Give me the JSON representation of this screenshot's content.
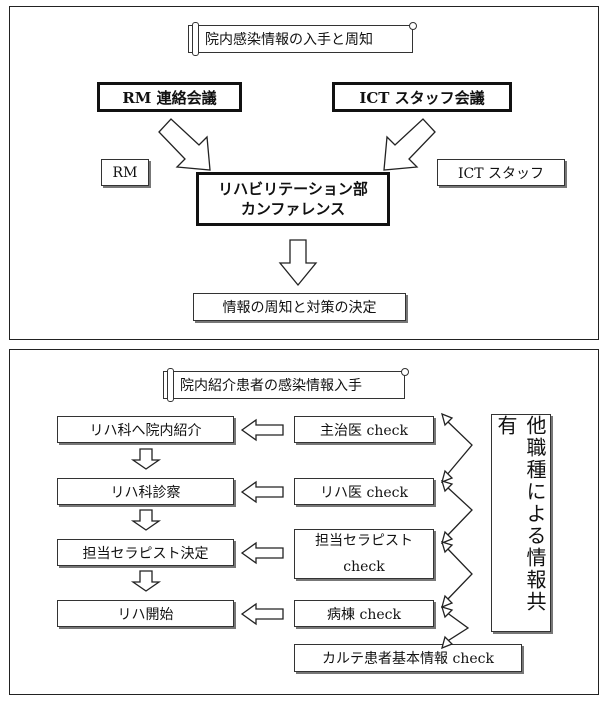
{
  "top": {
    "title": "院内感染情報の入手と周知",
    "rm_meeting": "RM 連絡会議",
    "ict_meeting": "ICT スタッフ会議",
    "rm": "RM",
    "ict_staff": "ICT スタッフ",
    "conference_line1": "リハビリテーション部",
    "conference_line2": "カンファレンス",
    "result": "情報の周知と対策の決定"
  },
  "bottom": {
    "title": "院内紹介患者の感染情報入手",
    "flow": [
      "リハ科へ院内紹介",
      "リハ科診察",
      "担当セラピスト決定",
      "リハ開始"
    ],
    "checks": [
      "主治医 check",
      "リハ医 check",
      "担当セラピスト",
      "check",
      "病棟 check"
    ],
    "record_check": "カルテ患者基本情報 check",
    "side_label": "他職種による情報共有"
  }
}
